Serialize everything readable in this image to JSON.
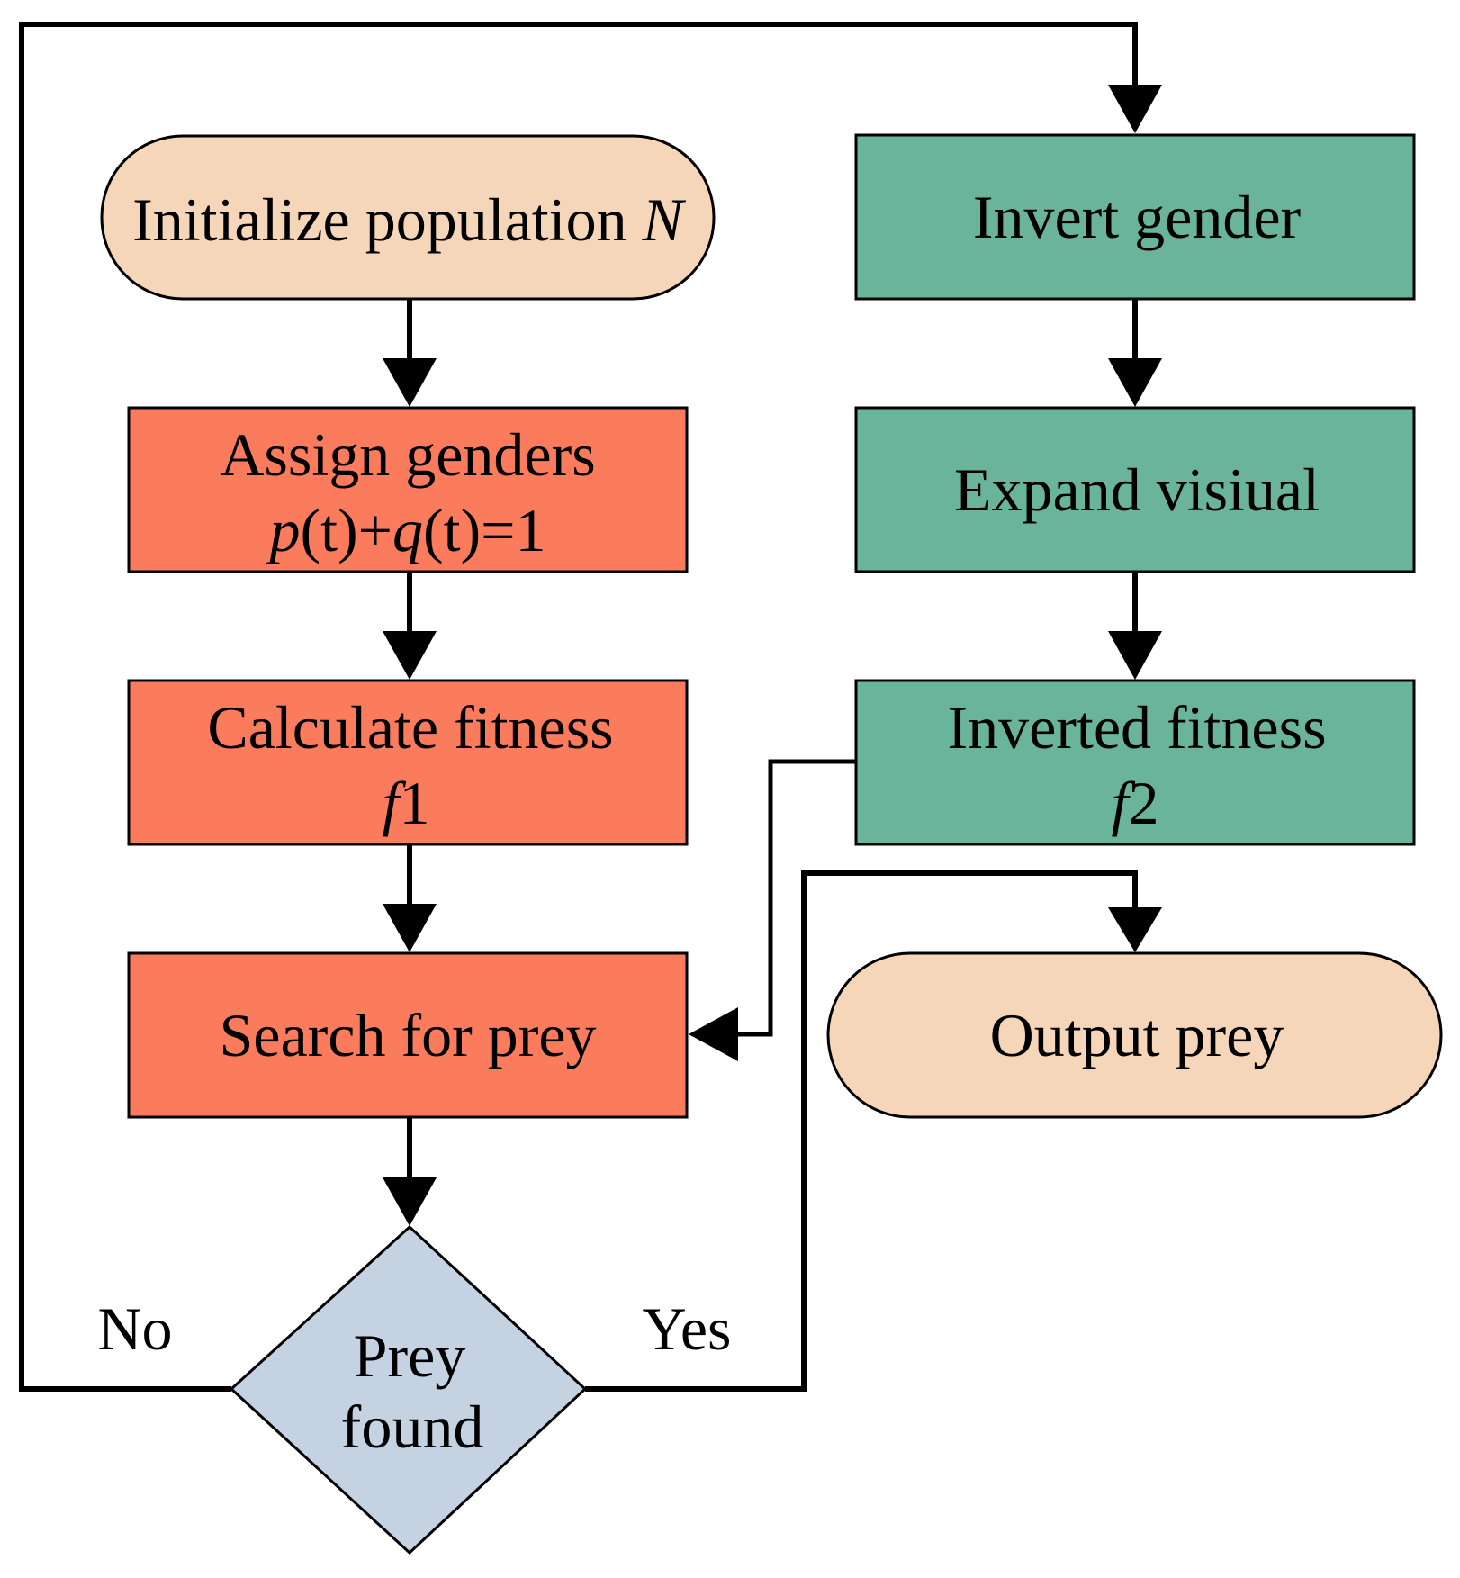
{
  "colors": {
    "terminal": "#f6d6b8",
    "left_process": "#fa7c5c",
    "right_process": "#69b49a",
    "decision": "#c4d2e1"
  },
  "nodes": {
    "initialize": {
      "text": "Initialize population ",
      "var": "N"
    },
    "assign": {
      "line1": "Assign genders",
      "p": "p",
      "mid1": "(t)+",
      "q": "q",
      "mid2": "(t)=1"
    },
    "calc": {
      "line1": "Calculate fitness",
      "f": "f",
      "sub": "1"
    },
    "search": {
      "text": "Search for prey"
    },
    "decision": {
      "line1": "Prey",
      "line2": "found"
    },
    "invert": {
      "text": "Invert gender"
    },
    "expand": {
      "text": "Expand visiual"
    },
    "inverted": {
      "line1": "Inverted fitness",
      "f": "f",
      "sub": "2"
    },
    "output": {
      "text": "Output prey"
    }
  },
  "edges": {
    "no_label": "No",
    "yes_label": "Yes"
  }
}
